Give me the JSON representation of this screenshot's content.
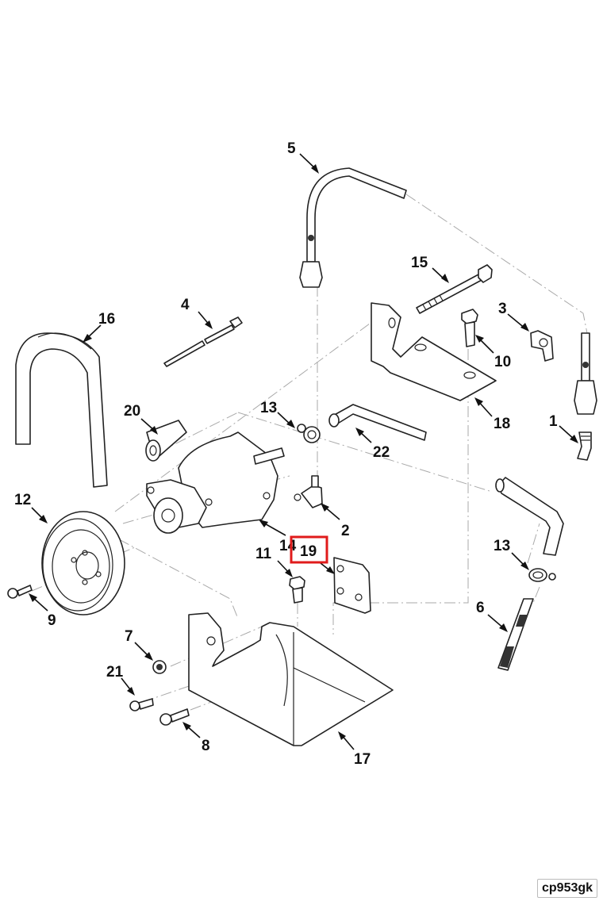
{
  "diagram": {
    "drawing_code": "cp953gk",
    "highlight_color": "#e01b1b",
    "highlighted_callout": "19",
    "callouts": [
      {
        "id": "c1",
        "label": "1",
        "part": "fitting-elbow"
      },
      {
        "id": "c2",
        "label": "2",
        "part": "elbow-fitting"
      },
      {
        "id": "c3",
        "label": "3",
        "part": "clip"
      },
      {
        "id": "c4",
        "label": "4",
        "part": "cable-tie"
      },
      {
        "id": "c5",
        "label": "5",
        "part": "pressure-hose"
      },
      {
        "id": "c6",
        "label": "6",
        "part": "tube"
      },
      {
        "id": "c7",
        "label": "7",
        "part": "nut"
      },
      {
        "id": "c8",
        "label": "8",
        "part": "bolt"
      },
      {
        "id": "c9",
        "label": "9",
        "part": "bolt"
      },
      {
        "id": "c10",
        "label": "10",
        "part": "bolt"
      },
      {
        "id": "c11",
        "label": "11",
        "part": "bolt"
      },
      {
        "id": "c12",
        "label": "12",
        "part": "pulley"
      },
      {
        "id": "c13a",
        "label": "13",
        "part": "hose-clamp"
      },
      {
        "id": "c13b",
        "label": "13",
        "part": "hose-clamp"
      },
      {
        "id": "c14",
        "label": "14",
        "part": "power-steering-pump"
      },
      {
        "id": "c15",
        "label": "15",
        "part": "long-bolt"
      },
      {
        "id": "c16",
        "label": "16",
        "part": "drive-belt"
      },
      {
        "id": "c17",
        "label": "17",
        "part": "pump-bracket"
      },
      {
        "id": "c18",
        "label": "18",
        "part": "support-bracket"
      },
      {
        "id": "c19",
        "label": "19",
        "part": "plate"
      },
      {
        "id": "c20",
        "label": "20",
        "part": "spacer"
      },
      {
        "id": "c21",
        "label": "21",
        "part": "bolt"
      },
      {
        "id": "c22",
        "label": "22",
        "part": "return-hose"
      }
    ]
  }
}
